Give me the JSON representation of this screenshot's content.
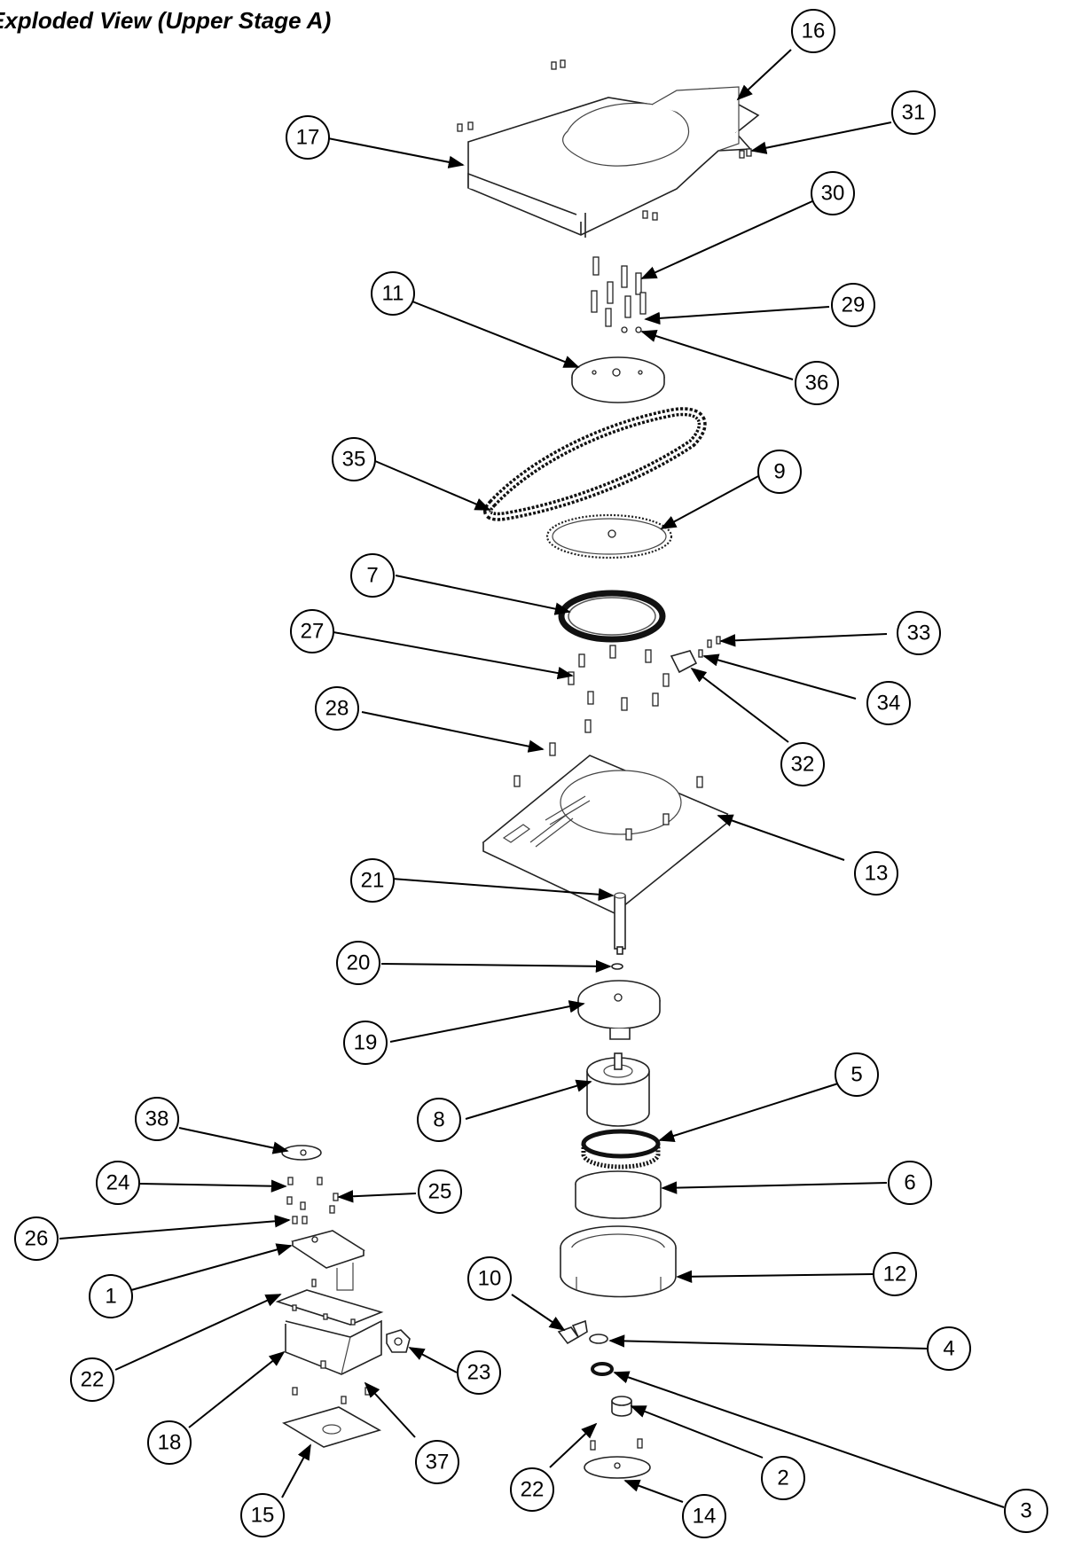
{
  "title": "Exploded View (Upper Stage A)",
  "callouts": [
    {
      "id": "c16",
      "label": "16"
    },
    {
      "id": "c17",
      "label": "17"
    },
    {
      "id": "c31",
      "label": "31"
    },
    {
      "id": "c30",
      "label": "30"
    },
    {
      "id": "c11",
      "label": "11"
    },
    {
      "id": "c29",
      "label": "29"
    },
    {
      "id": "c36",
      "label": "36"
    },
    {
      "id": "c35",
      "label": "35"
    },
    {
      "id": "c9",
      "label": "9"
    },
    {
      "id": "c7",
      "label": "7"
    },
    {
      "id": "c33",
      "label": "33"
    },
    {
      "id": "c27",
      "label": "27"
    },
    {
      "id": "c34",
      "label": "34"
    },
    {
      "id": "c28",
      "label": "28"
    },
    {
      "id": "c32",
      "label": "32"
    },
    {
      "id": "c13",
      "label": "13"
    },
    {
      "id": "c21",
      "label": "21"
    },
    {
      "id": "c20",
      "label": "20"
    },
    {
      "id": "c19",
      "label": "19"
    },
    {
      "id": "c5",
      "label": "5"
    },
    {
      "id": "c8",
      "label": "8"
    },
    {
      "id": "c38",
      "label": "38"
    },
    {
      "id": "c6",
      "label": "6"
    },
    {
      "id": "c24",
      "label": "24"
    },
    {
      "id": "c25",
      "label": "25"
    },
    {
      "id": "c26",
      "label": "26"
    },
    {
      "id": "c10",
      "label": "10"
    },
    {
      "id": "c12",
      "label": "12"
    },
    {
      "id": "c1",
      "label": "1"
    },
    {
      "id": "c4",
      "label": "4"
    },
    {
      "id": "c23",
      "label": "23"
    },
    {
      "id": "c22a",
      "label": "22"
    },
    {
      "id": "c3",
      "label": "3"
    },
    {
      "id": "c18",
      "label": "18"
    },
    {
      "id": "c37",
      "label": "37"
    },
    {
      "id": "c2",
      "label": "2"
    },
    {
      "id": "c22b",
      "label": "22"
    },
    {
      "id": "c15",
      "label": "15"
    },
    {
      "id": "c14",
      "label": "14"
    }
  ]
}
